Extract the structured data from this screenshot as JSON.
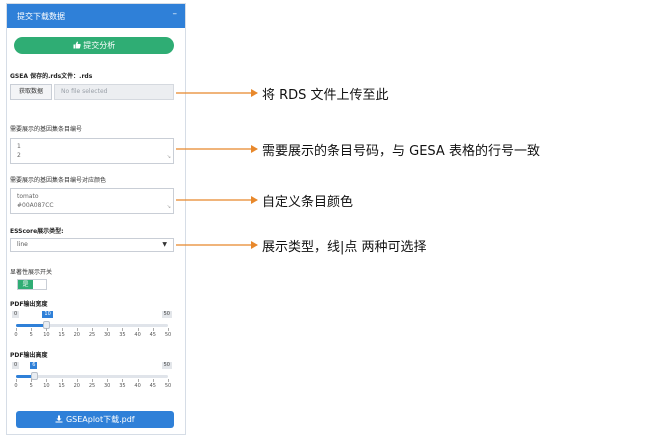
{
  "panel": {
    "title": "提交下载数据",
    "collapse_icon": "minus-icon",
    "submit_label": "提交分析",
    "submit_icon": "thumbs-up-icon",
    "rds_label": "GSEA 保存的.rds文件：.rds",
    "file_button_label": "获取数据",
    "file_placeholder": "No file selected",
    "rows_label": "需要展示的基因集条目编号",
    "rows_value_line1": "1",
    "rows_value_line2": "2",
    "colors_label": "需要展示的基因集条目编号对应颜色",
    "colors_value_line1": "tomato",
    "colors_value_line2": "#00A087CC",
    "score_type_label": "ESScore展示类型:",
    "score_type_value": "line",
    "significance_label": "显著性展示开关",
    "significance_toggle_text": "是",
    "pdf_width_label": "PDF输出宽度",
    "pdf_height_label": "PDF输出高度",
    "download_label": "GSEAplot下载.pdf",
    "download_icon": "download-icon"
  },
  "sliders": {
    "width": {
      "min": 0,
      "max": 50,
      "value": 10,
      "min_label": "0",
      "max_label": "50",
      "value_label": "10"
    },
    "height": {
      "min": 0,
      "max": 50,
      "value": 6,
      "min_label": "0",
      "max_label": "50",
      "value_label": "6"
    },
    "tick_labels": [
      "0",
      "5",
      "10",
      "15",
      "20",
      "25",
      "30",
      "35",
      "40",
      "45",
      "50"
    ]
  },
  "annotations": {
    "upload": "将 RDS 文件上传至此",
    "rows": "需要展示的条目号码，与 GESA 表格的行号一致",
    "colors": "自定义条目颜色",
    "type": "展示类型，线|点 两种可选择"
  },
  "colors": {
    "header_blue": "#2f80d8",
    "accent_green": "#2fad74",
    "arrow_orange": "#e8882b"
  }
}
